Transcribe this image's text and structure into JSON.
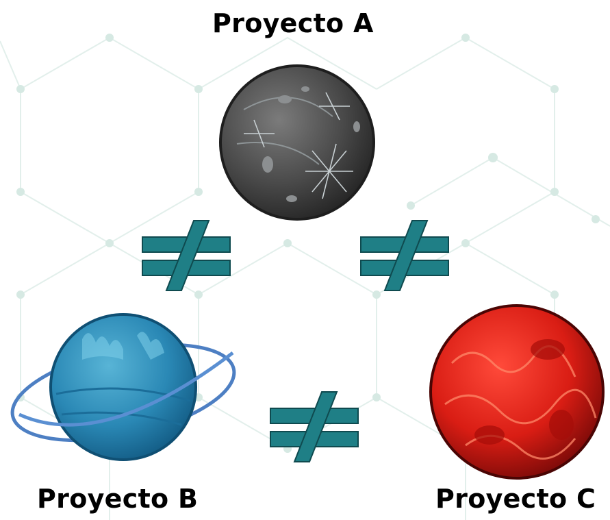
{
  "diagram": {
    "nodes": [
      {
        "id": "a",
        "label": "Proyecto A",
        "icon": "gray-planet-icon"
      },
      {
        "id": "b",
        "label": "Proyecto B",
        "icon": "blue-ringed-planet-icon"
      },
      {
        "id": "c",
        "label": "Proyecto C",
        "icon": "red-planet-icon"
      }
    ],
    "relations": [
      {
        "from": "a",
        "to": "b",
        "symbol": "not-equal-icon"
      },
      {
        "from": "a",
        "to": "c",
        "symbol": "not-equal-icon"
      },
      {
        "from": "b",
        "to": "c",
        "symbol": "not-equal-icon"
      }
    ]
  },
  "colors": {
    "symbol_fill": "#1f7f86",
    "background_lines": "#dfeee9"
  }
}
